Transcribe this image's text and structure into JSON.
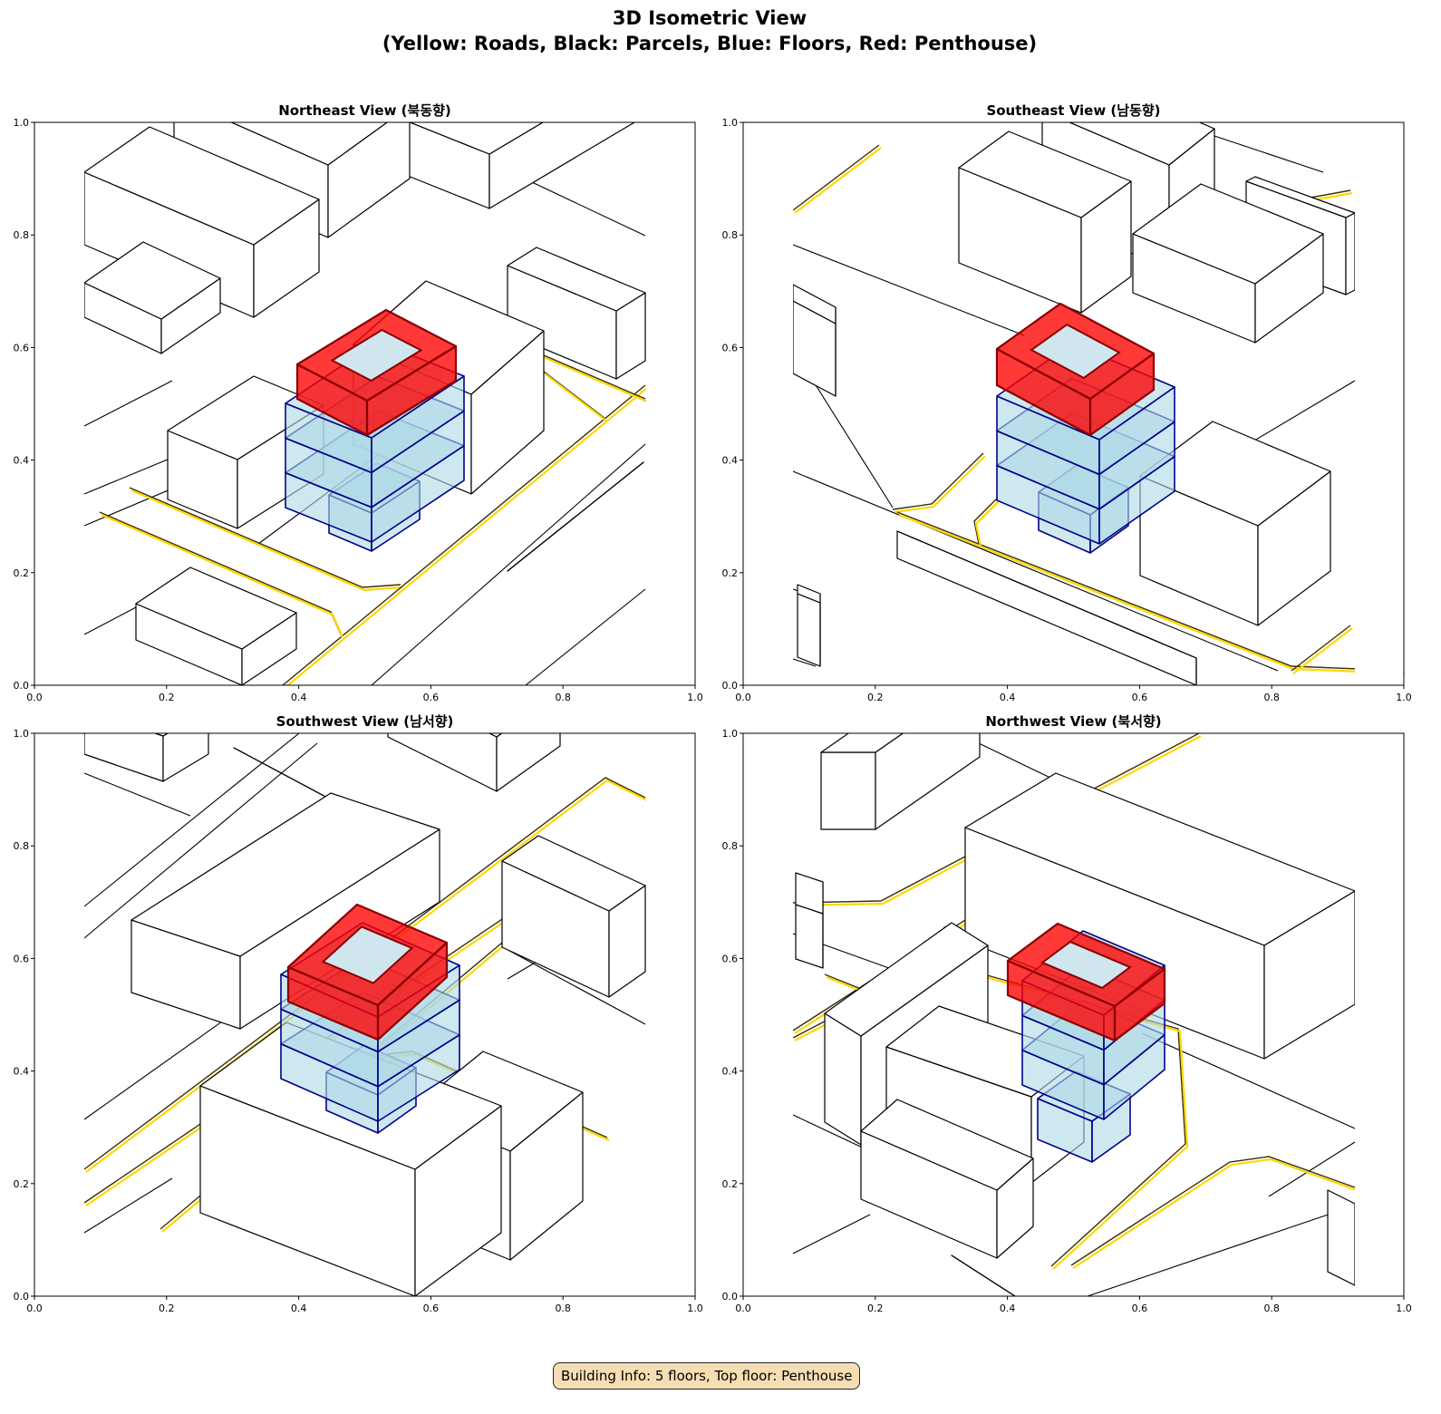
{
  "figure": {
    "title_line1": "3D Isometric View",
    "title_line2": "(Yellow: Roads, Black: Parcels, Blue: Floors, Red: Penthouse)",
    "info_box": "Building Info: 5 floors, Top floor: Penthouse"
  },
  "colors": {
    "road": "#ffd700",
    "parcel": "#000000",
    "floor_fill": "#add8e6",
    "floor_edge": "#00008b",
    "penthouse_fill": "#ff0000",
    "penthouse_edge": "#8b0000",
    "info_bg": "#f5deb3"
  },
  "chart_data": [
    {
      "type": "diagram",
      "title": "Northeast View (북동향)",
      "xlim": [
        0,
        1
      ],
      "ylim": [
        0,
        1
      ],
      "xticks": [
        "0.0",
        "0.2",
        "0.4",
        "0.6",
        "0.8",
        "1.0"
      ],
      "yticks": [
        "0.0",
        "0.2",
        "0.4",
        "0.6",
        "0.8",
        "1.0"
      ]
    },
    {
      "type": "diagram",
      "title": "Southeast View (남동향)",
      "xlim": [
        0,
        1
      ],
      "ylim": [
        0,
        1
      ],
      "xticks": [
        "0.0",
        "0.2",
        "0.4",
        "0.6",
        "0.8",
        "1.0"
      ],
      "yticks": [
        "0.0",
        "0.2",
        "0.4",
        "0.6",
        "0.8",
        "1.0"
      ]
    },
    {
      "type": "diagram",
      "title": "Southwest View (남서향)",
      "xlim": [
        0,
        1
      ],
      "ylim": [
        0,
        1
      ],
      "xticks": [
        "0.0",
        "0.2",
        "0.4",
        "0.6",
        "0.8",
        "1.0"
      ],
      "yticks": [
        "0.0",
        "0.2",
        "0.4",
        "0.6",
        "0.8",
        "1.0"
      ]
    },
    {
      "type": "diagram",
      "title": "Northwest View (북서향)",
      "xlim": [
        0,
        1
      ],
      "ylim": [
        0,
        1
      ],
      "xticks": [
        "0.0",
        "0.2",
        "0.4",
        "0.6",
        "0.8",
        "1.0"
      ],
      "yticks": [
        "0.0",
        "0.2",
        "0.4",
        "0.6",
        "0.8",
        "1.0"
      ]
    }
  ]
}
